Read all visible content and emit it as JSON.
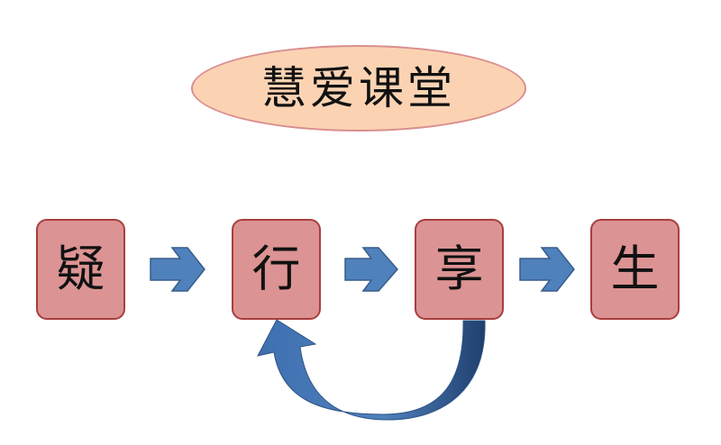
{
  "title": "慧爱课堂",
  "steps": [
    "疑",
    "行",
    "享",
    "生"
  ],
  "colors": {
    "title_fill": "#fbd3b3",
    "title_border": "#d98e8e",
    "node_fill": "#dc9393",
    "node_border": "#a83e3e",
    "arrow_fill": "#4f81bd",
    "arrow_border": "#385d8a"
  },
  "connections": [
    {
      "from": "疑",
      "to": "行",
      "style": "block-arrow"
    },
    {
      "from": "行",
      "to": "享",
      "style": "block-arrow"
    },
    {
      "from": "享",
      "to": "生",
      "style": "block-arrow"
    },
    {
      "from": "享",
      "to": "行",
      "style": "curved-loop-arrow"
    }
  ]
}
